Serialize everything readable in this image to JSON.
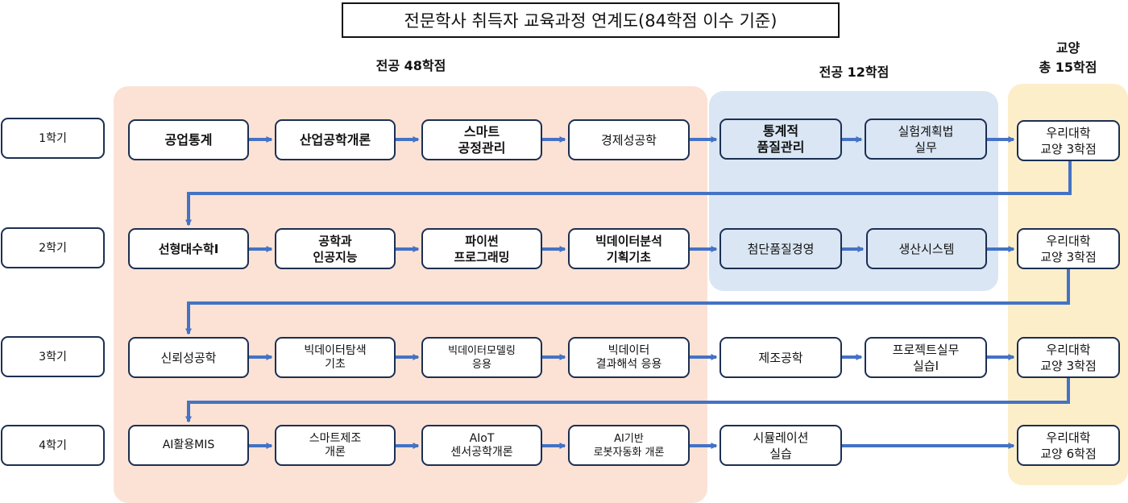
{
  "title": "전문학사 취득자 교육과정 연계도(84학점 이수 기준)",
  "headers": {
    "major48": "전공 48학점",
    "major12": "전공 12학점",
    "general_line1": "교양",
    "general_line2": "총 15학점"
  },
  "semesters": [
    "1학기",
    "2학기",
    "3학기",
    "4학기"
  ],
  "rows": [
    {
      "major48": [
        "공업통계",
        "산업공학개론",
        "스마트\n공정관리",
        "경제성공학"
      ],
      "major12": [
        "통계적\n품질관리",
        "실험계획법\n실무"
      ],
      "general": "우리대학\n교양 3학점"
    },
    {
      "major48": [
        "선형대수학I",
        "공학과\n인공지능",
        "파이썬\n프로그래밍",
        "빅데이터분석\n기획기초"
      ],
      "major12": [
        "첨단품질경영",
        "생산시스템"
      ],
      "general": "우리대학\n교양 3학점"
    },
    {
      "major48": [
        "신뢰성공학",
        "빅데이터탐색\n기초",
        "빅데이터모델링\n응용",
        "빅데이터\n결과해석 응용"
      ],
      "major12": [
        "제조공학",
        "프로젝트실무\n실습I"
      ],
      "general": "우리대학\n교양 3학점"
    },
    {
      "major48": [
        "AI활용MIS",
        "스마트제조\n개론",
        "AIoT\n센서공학개론",
        "AI기반\n로봇자동화 개론"
      ],
      "major12": [
        "시뮬레이션\n실습"
      ],
      "general": "우리대학\n교양 6학점"
    }
  ],
  "colors": {
    "major48_bg": "#fbe2d5",
    "major12_bg": "#dae6f4",
    "general_bg": "#fdeeca",
    "arrow": "#4472c4",
    "box_border": "#1c2f52"
  }
}
